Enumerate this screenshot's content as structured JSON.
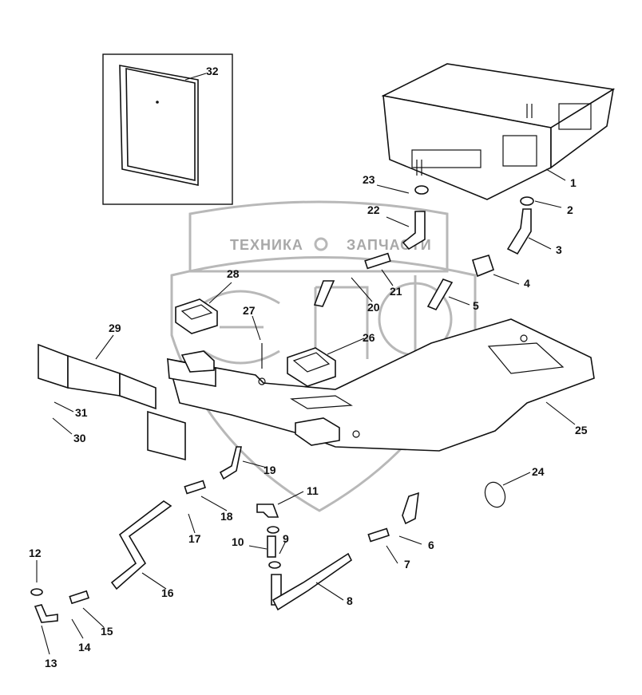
{
  "watermark": {
    "text_left": "ТЕХНИКА",
    "text_right": "ЗАПЧАСТИ",
    "logo_letters": "ЭПФ"
  },
  "callouts": [
    "1",
    "2",
    "3",
    "4",
    "5",
    "6",
    "7",
    "8",
    "9",
    "10",
    "11",
    "12",
    "13",
    "14",
    "15",
    "16",
    "17",
    "18",
    "19",
    "20",
    "21",
    "22",
    "23",
    "24",
    "25",
    "26",
    "27",
    "28",
    "29",
    "30",
    "31",
    "32"
  ]
}
